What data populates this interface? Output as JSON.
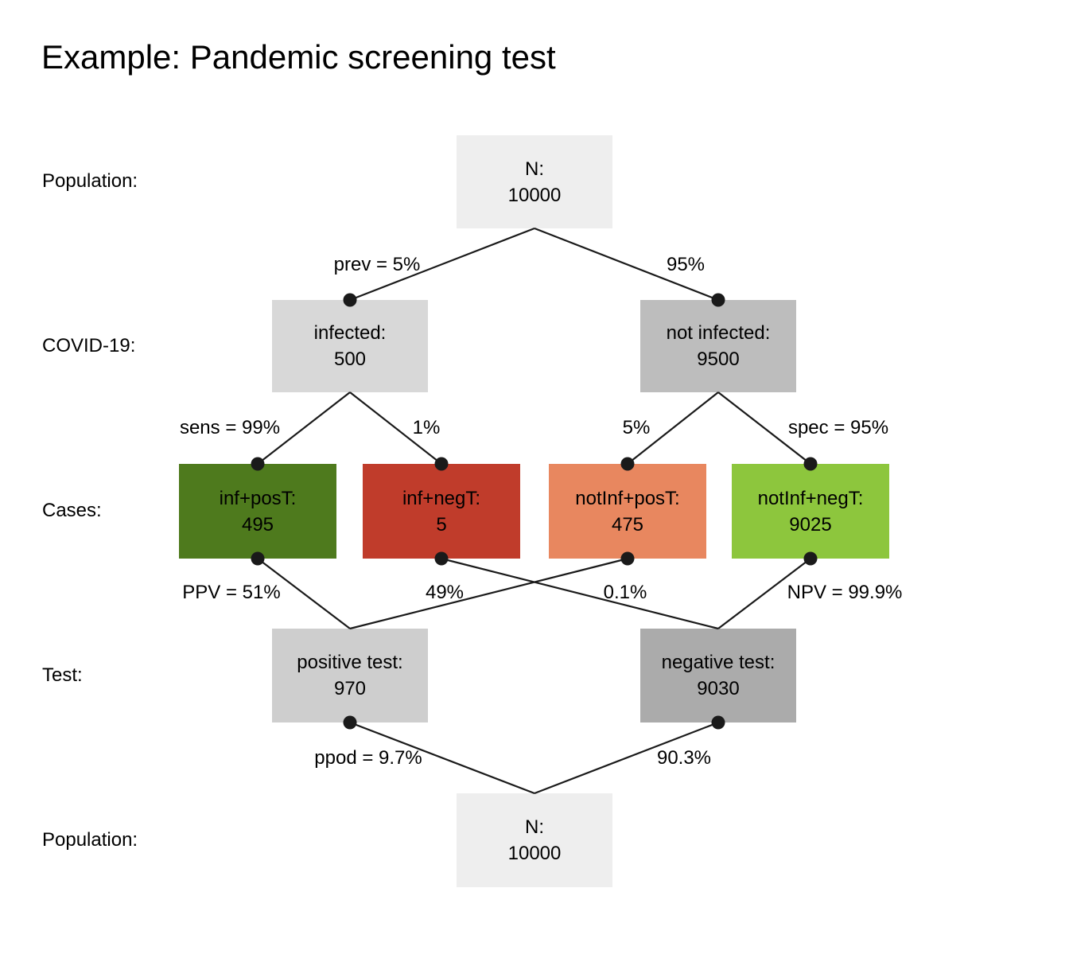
{
  "title": "Example: Pandemic screening test",
  "row_labels": [
    {
      "label": "Population:"
    },
    {
      "label": "COVID-19:"
    },
    {
      "label": "Cases:"
    },
    {
      "label": "Test:"
    },
    {
      "label": "Population:"
    }
  ],
  "nodes": {
    "n_top": {
      "label": "N:",
      "value": "10000"
    },
    "infected": {
      "label": "infected:",
      "value": "500"
    },
    "not_infected": {
      "label": "not infected:",
      "value": "9500"
    },
    "inf_posT": {
      "label": "inf+posT:",
      "value": "495"
    },
    "inf_negT": {
      "label": "inf+negT:",
      "value": "5"
    },
    "notInf_posT": {
      "label": "notInf+posT:",
      "value": "475"
    },
    "notInf_negT": {
      "label": "notInf+negT:",
      "value": "9025"
    },
    "positive_test": {
      "label": "positive test:",
      "value": "970"
    },
    "negative_test": {
      "label": "negative test:",
      "value": "9030"
    },
    "n_bottom": {
      "label": "N:",
      "value": "10000"
    }
  },
  "edges": {
    "prev": {
      "label": "prev = 5%"
    },
    "prev_complement": {
      "label": "95%"
    },
    "sens": {
      "label": "sens = 99%"
    },
    "sens_complement": {
      "label": "1%"
    },
    "spec_complement": {
      "label": "5%"
    },
    "spec": {
      "label": "spec = 95%"
    },
    "ppv": {
      "label": "PPV = 51%"
    },
    "ppv_complement": {
      "label": "49%"
    },
    "npv_complement": {
      "label": "0.1%"
    },
    "npv": {
      "label": "NPV = 99.9%"
    },
    "ppod": {
      "label": "ppod = 9.7%"
    },
    "ppod_complement": {
      "label": "90.3%"
    }
  },
  "colors": {
    "population_box": "#eeeeee",
    "infected_box": "#d8d8d8",
    "not_infected_box": "#bdbdbd",
    "inf_posT_box": "#4e7a1d",
    "inf_negT_box": "#c03c2b",
    "notInf_posT_box": "#e8875f",
    "notInf_negT_box": "#8dc63d",
    "positive_test_box": "#cecece",
    "negative_test_box": "#ababab",
    "line": "#1a1a1a",
    "text": "#000000"
  }
}
